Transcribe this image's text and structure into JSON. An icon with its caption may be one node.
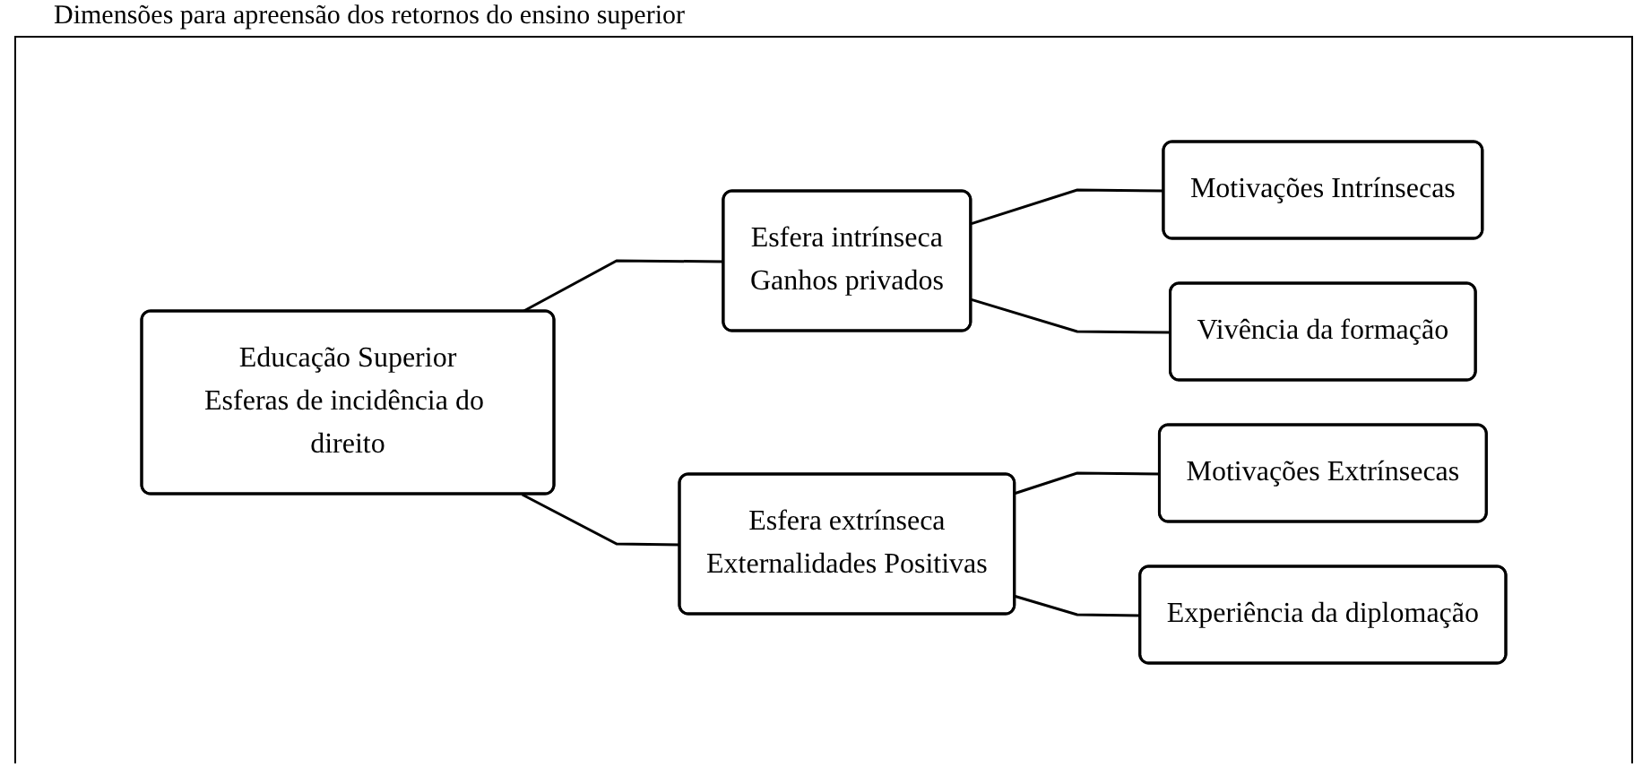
{
  "diagram": {
    "title": "Dimensões para apreensão dos retornos do ensino superior",
    "nodes": [
      {
        "text": [
          "Educação Superior",
          "Esferas de incidência do direito"
        ]
      },
      {
        "text": [
          "Esfera intrínseca",
          "Ganhos privados"
        ]
      },
      {
        "text": [
          "Motivações Intrínsecas"
        ]
      },
      {
        "text": [
          "Vivência da formação"
        ]
      },
      {
        "text": [
          "Esfera extrínseca",
          "Externalidades Positivas"
        ]
      },
      {
        "text": [
          "Motivações Extrínsecas"
        ]
      },
      {
        "text": [
          "Experiência da diplomação"
        ]
      }
    ],
    "edges": [
      {
        "from": 0,
        "to": 1,
        "arrow": "none"
      },
      {
        "from": 1,
        "to": 2,
        "arrow": "none"
      },
      {
        "from": 1,
        "to": 3,
        "arrow": "none"
      },
      {
        "from": 0,
        "to": 4,
        "arrow": "none"
      },
      {
        "from": 4,
        "to": 5,
        "arrow": "none"
      },
      {
        "from": 4,
        "to": 6,
        "arrow": "none"
      }
    ]
  }
}
